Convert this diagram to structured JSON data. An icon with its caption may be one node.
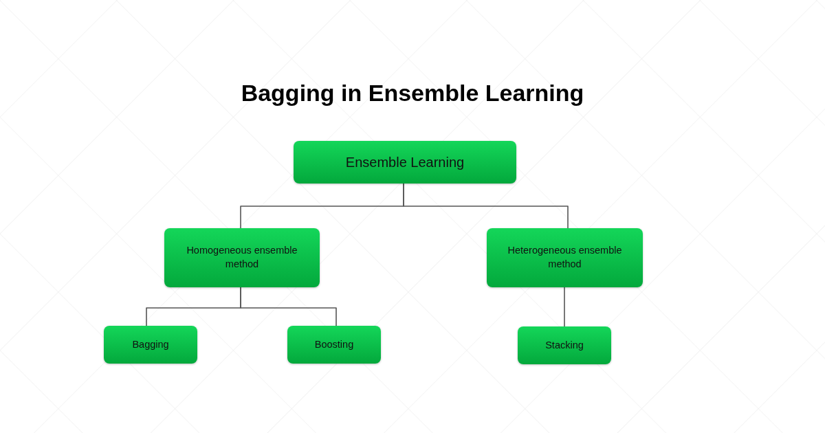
{
  "diagram": {
    "title": "Bagging in Ensemble Learning",
    "nodes": [
      {
        "text": [
          "Ensemble Learning"
        ]
      },
      {
        "text": [
          "Homogeneous ensemble method"
        ]
      },
      {
        "text": [
          "Heterogeneous ensemble method"
        ]
      },
      {
        "text": [
          "Bagging"
        ]
      },
      {
        "text": [
          "Boosting"
        ]
      },
      {
        "text": [
          "Stacking"
        ]
      }
    ],
    "edges": [
      {
        "from": 0,
        "to": 1,
        "arrow": "none"
      },
      {
        "from": 0,
        "to": 2,
        "arrow": "none"
      },
      {
        "from": 1,
        "to": 3,
        "arrow": "none"
      },
      {
        "from": 1,
        "to": 4,
        "arrow": "none"
      },
      {
        "from": 2,
        "to": 5,
        "arrow": "none"
      }
    ]
  }
}
